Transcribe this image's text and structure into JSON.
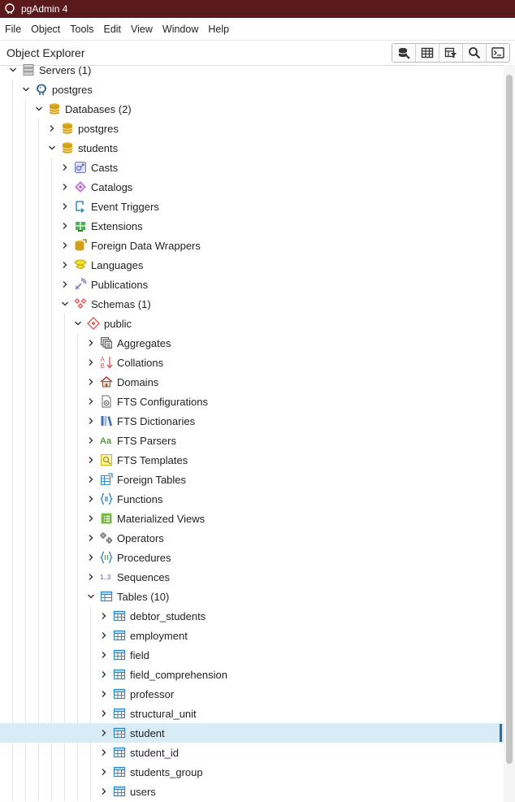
{
  "app": {
    "title": "pgAdmin 4"
  },
  "menu": [
    "File",
    "Object",
    "Tools",
    "Edit",
    "View",
    "Window",
    "Help"
  ],
  "panel": {
    "title": "Object Explorer"
  },
  "toolbar": [
    {
      "name": "query-tool-icon"
    },
    {
      "name": "view-data-icon"
    },
    {
      "name": "filtered-rows-icon"
    },
    {
      "name": "search-objects-icon"
    },
    {
      "name": "psql-tool-icon"
    }
  ],
  "tree": [
    {
      "label": "Servers (1)",
      "level": 0,
      "expanded": true,
      "icon": "servers-icon"
    },
    {
      "label": "postgres",
      "level": 1,
      "expanded": true,
      "icon": "server-elephant-icon"
    },
    {
      "label": "Databases (2)",
      "level": 2,
      "expanded": true,
      "icon": "databases-icon"
    },
    {
      "label": "postgres",
      "level": 3,
      "expanded": false,
      "icon": "database-icon"
    },
    {
      "label": "students",
      "level": 3,
      "expanded": true,
      "icon": "database-icon"
    },
    {
      "label": "Casts",
      "level": 4,
      "expanded": false,
      "icon": "casts-icon"
    },
    {
      "label": "Catalogs",
      "level": 4,
      "expanded": false,
      "icon": "catalogs-icon"
    },
    {
      "label": "Event Triggers",
      "level": 4,
      "expanded": false,
      "icon": "event-triggers-icon"
    },
    {
      "label": "Extensions",
      "level": 4,
      "expanded": false,
      "icon": "extensions-icon"
    },
    {
      "label": "Foreign Data Wrappers",
      "level": 4,
      "expanded": false,
      "icon": "foreign-data-wrappers-icon"
    },
    {
      "label": "Languages",
      "level": 4,
      "expanded": false,
      "icon": "languages-icon"
    },
    {
      "label": "Publications",
      "level": 4,
      "expanded": false,
      "icon": "publications-icon"
    },
    {
      "label": "Schemas (1)",
      "level": 4,
      "expanded": true,
      "icon": "schemas-icon"
    },
    {
      "label": "public",
      "level": 5,
      "expanded": true,
      "icon": "schema-icon"
    },
    {
      "label": "Aggregates",
      "level": 6,
      "expanded": false,
      "icon": "aggregates-icon"
    },
    {
      "label": "Collations",
      "level": 6,
      "expanded": false,
      "icon": "collations-icon"
    },
    {
      "label": "Domains",
      "level": 6,
      "expanded": false,
      "icon": "domains-icon"
    },
    {
      "label": "FTS Configurations",
      "level": 6,
      "expanded": false,
      "icon": "fts-configurations-icon"
    },
    {
      "label": "FTS Dictionaries",
      "level": 6,
      "expanded": false,
      "icon": "fts-dictionaries-icon"
    },
    {
      "label": "FTS Parsers",
      "level": 6,
      "expanded": false,
      "icon": "fts-parsers-icon"
    },
    {
      "label": "FTS Templates",
      "level": 6,
      "expanded": false,
      "icon": "fts-templates-icon"
    },
    {
      "label": "Foreign Tables",
      "level": 6,
      "expanded": false,
      "icon": "foreign-tables-icon"
    },
    {
      "label": "Functions",
      "level": 6,
      "expanded": false,
      "icon": "functions-icon"
    },
    {
      "label": "Materialized Views",
      "level": 6,
      "expanded": false,
      "icon": "materialized-views-icon"
    },
    {
      "label": "Operators",
      "level": 6,
      "expanded": false,
      "icon": "operators-icon"
    },
    {
      "label": "Procedures",
      "level": 6,
      "expanded": false,
      "icon": "procedures-icon"
    },
    {
      "label": "Sequences",
      "level": 6,
      "expanded": false,
      "icon": "sequences-icon"
    },
    {
      "label": "Tables (10)",
      "level": 6,
      "expanded": true,
      "icon": "tables-icon"
    },
    {
      "label": "debtor_students",
      "level": 7,
      "expanded": false,
      "icon": "table-icon"
    },
    {
      "label": "employment",
      "level": 7,
      "expanded": false,
      "icon": "table-icon"
    },
    {
      "label": "field",
      "level": 7,
      "expanded": false,
      "icon": "table-icon"
    },
    {
      "label": "field_comprehension",
      "level": 7,
      "expanded": false,
      "icon": "table-icon"
    },
    {
      "label": "professor",
      "level": 7,
      "expanded": false,
      "icon": "table-icon"
    },
    {
      "label": "structural_unit",
      "level": 7,
      "expanded": false,
      "icon": "table-icon"
    },
    {
      "label": "student",
      "level": 7,
      "expanded": false,
      "icon": "table-icon",
      "selected": true
    },
    {
      "label": "student_id",
      "level": 7,
      "expanded": false,
      "icon": "table-icon"
    },
    {
      "label": "students_group",
      "level": 7,
      "expanded": false,
      "icon": "table-icon"
    },
    {
      "label": "users",
      "level": 7,
      "expanded": false,
      "icon": "table-icon"
    }
  ],
  "colors": {
    "titlebar": "#5a1a1b",
    "selection": "#d8ecf8",
    "selection_marker": "#2a6ea0"
  }
}
